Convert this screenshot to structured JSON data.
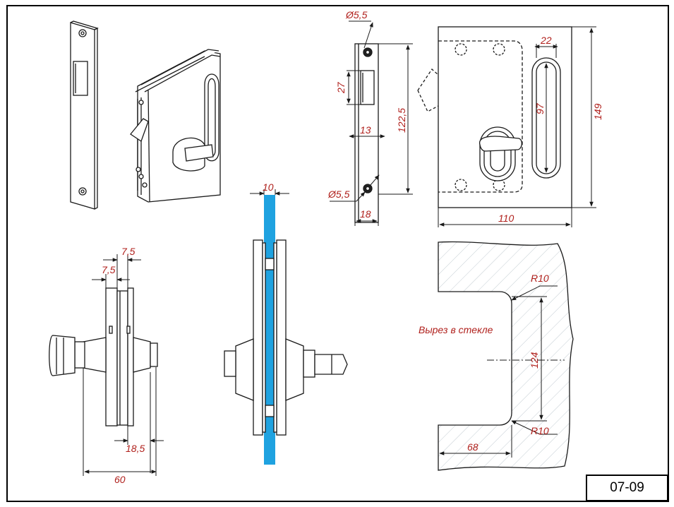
{
  "colors": {
    "dimension": "#b0201c",
    "outline": "#1a1a1a",
    "glass": "#1fa2e0",
    "hatch": "#b8c4cc"
  },
  "code": "07-09",
  "labels": {
    "cutout_caption": "Вырез в стекле"
  },
  "dimensions": {
    "hole_top": "Ø5,5",
    "hole_bottom": "Ø5,5",
    "strike_height": "27",
    "strike_width": "13",
    "plate_height": "122,5",
    "plate_width": "18",
    "body_inner": "22",
    "handle_height": "97",
    "body_height": "149",
    "body_width": "110",
    "glass_thickness": "10",
    "side_a": "7,5",
    "side_b": "7,5",
    "side_c": "18,5",
    "side_total": "60",
    "radius_top": "R10",
    "radius_bottom": "R10",
    "cutout_height": "124",
    "cutout_depth": "68"
  }
}
